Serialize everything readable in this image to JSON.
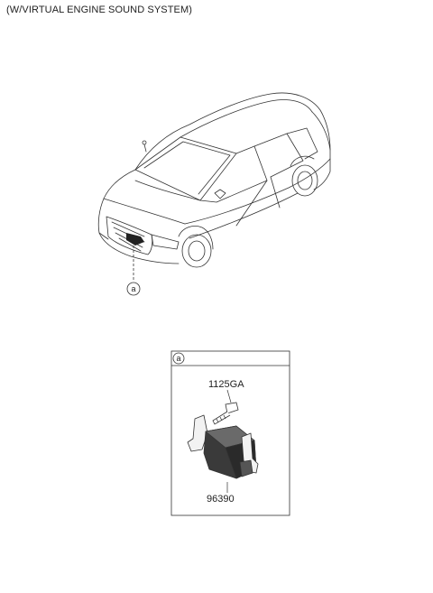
{
  "header": {
    "title": "(W/VIRTUAL ENGINE SOUND SYSTEM)"
  },
  "callouts": {
    "car_ref": "a",
    "detail_ref": "a"
  },
  "parts": [
    {
      "number": "1125GA"
    },
    {
      "number": "96390"
    }
  ]
}
